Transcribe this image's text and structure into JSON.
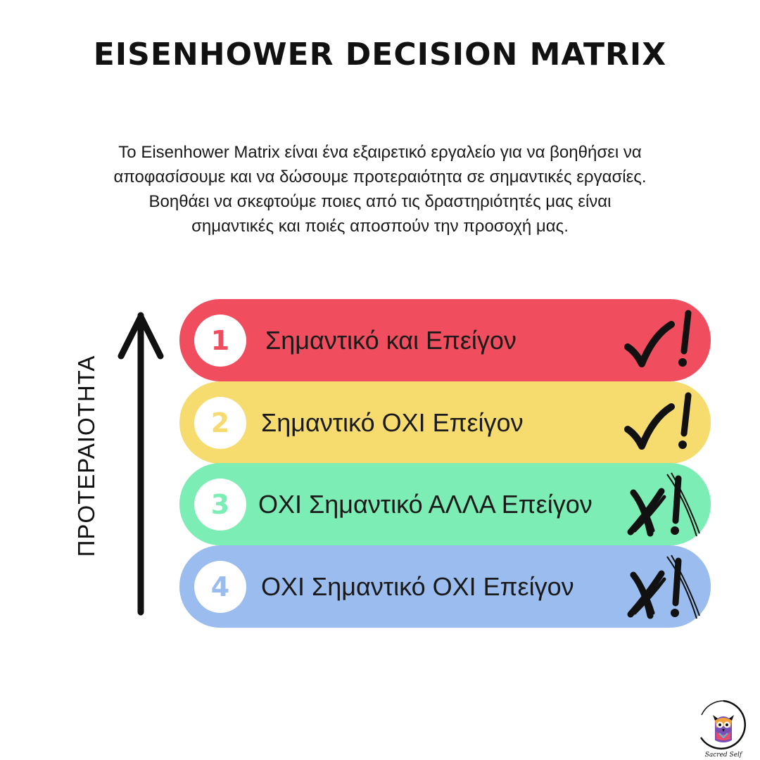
{
  "title": "EISENHOWER DECISION MATRIX",
  "intro_lines": [
    "Το Eisenhower Matrix είναι ένα εξαιρετικό εργαλείο για να βοηθήσει να",
    "αποφασίσουμε και να δώσουμε προτεραιότητα σε σημαντικές εργασίες.",
    "Βοηθάει να σκεφτούμε ποιες από τις δραστηριότητές μας είναι",
    "σημαντικές και ποιές αποσπούν την προσοχή μας."
  ],
  "axis_label": "ΠΡΟΤΕΡΑΙΟΤΗΤΑ",
  "quadrants": [
    {
      "number": "1",
      "label": "Σημαντικό και Επείγον",
      "color": "#F04E5E",
      "mark": "check-exclamation"
    },
    {
      "number": "2",
      "label": "Σημαντικό ΟΧΙ Επείγον",
      "color": "#F6DC6E",
      "mark": "check-exclamation"
    },
    {
      "number": "3",
      "label": "ΟΧΙ Σημαντικό ΑΛΛΑ Επείγον",
      "color": "#7BEDB5",
      "mark": "cross-exclamation"
    },
    {
      "number": "4",
      "label": "ΟΧΙ Σημαντικό ΟΧΙ Επείγον",
      "color": "#9ABCEE",
      "mark": "cross-exclamation"
    }
  ],
  "logo": {
    "text": "Sacred Self",
    "icon": "owl-icon"
  }
}
